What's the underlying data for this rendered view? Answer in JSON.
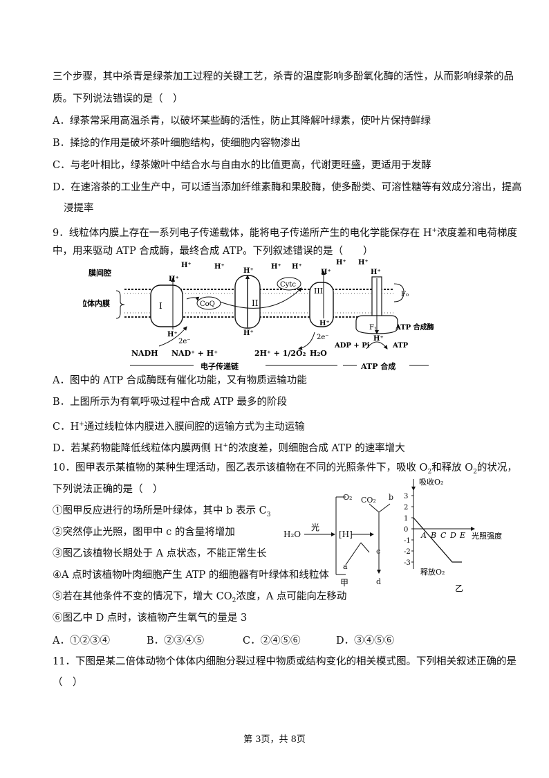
{
  "q8": {
    "intro1": "三个步骤，其中杀青是绿茶加工过程的关键工艺，杀青的温度影响多酚氧化酶的活性，从而影响绿茶的品",
    "intro2": "质。下列说法错误的是（　）",
    "A": "A．绿茶常采用高温杀青，以破坏某些酶的活性，防止其降解叶绿素，使叶片保持鲜绿",
    "B": "B．揉捻的作用是破坏茶叶细胞结构，使细胞内容物渗出",
    "C": "C．与老叶相比，绿茶嫩叶中结合水与自由水的比值更高，代谢更旺盛，更适用于发酵",
    "D1": "D．在速溶茶的工业生产中，可以适当添加纤维素酶和果胶酶，使多酚类、可溶性糖等有效成分溶出，提高",
    "D2": "浸提率"
  },
  "q9": {
    "stem1a": "9．线粒体内膜上存在一系列电子传递载体，能将电子传递所产生的电化学能保存在 H",
    "stem1b": "浓度差和电荷梯度",
    "stem2": "中，用来驱动 ATP 合成酶，最终合成 ATP。下列叙述错误的是（　　）",
    "A": "A．图中的 ATP 合成酶既有催化功能，又有物质运输功能",
    "B": "B．上图所示为有氧呼吸过程中合成 ATP 最多的阶段",
    "C_pre": "C．H",
    "C_post": "通过线粒体内膜进入膜间腔的运输方式为主动运输",
    "D_pre": "D．若某药物能降低线粒体内膜两侧 H",
    "D_post": "的浓度差，则细胞合成 ATP 的速率增大",
    "sup_plus": "+",
    "figure": {
      "space_label": "膜间腔",
      "membrane_label": "线粒体内膜",
      "hplus": "H⁺",
      "complex1": "I",
      "complex2": "II",
      "complex3": "III",
      "coq": "CoQ",
      "cytc": "Cytc",
      "e2": "2e⁻",
      "nadh": "NADH",
      "nad": "NAD⁺ + H⁺",
      "water_in": "2H⁺ + 1/2O₂",
      "water_out": "H₂O",
      "adp": "ADP + Pi",
      "atp": "ATP",
      "f1": "F₁",
      "f0": "F₀",
      "atp_synthase": "ATP 合成酶",
      "chain_label": "电子传递链",
      "atp_synthesis_label": "ATP 合成"
    }
  },
  "q10": {
    "stem1a": "10．图甲表示某植物的某种生理活动，图乙表示该植物在不同的光照条件下，吸收 O",
    "stem1b": "和释放 O",
    "stem1c": "的状况，",
    "sub2": "2",
    "stem2": "下列说法正确的是（　）",
    "s1": "①图甲反应进行的场所是叶绿体，其中 b 表示 C",
    "s1sub": "3",
    "s2": "②突然停止光照，图甲中 c 的含量将增加",
    "s3": "③图乙该植物长期处于 A 点状态，不能正常生长",
    "s4": "④A 点时该植物叶肉细胞产生 ATP 的细胞器有叶绿体和线粒体",
    "s5a": "⑤若在其他条件不变的情况下，增大 CO",
    "s5b": "浓度，A 点可能向左移动",
    "s6": "⑥图乙中 D 点时，该植物产生氧气的量是 3",
    "optA": "A．①②③④",
    "optB": "B．②③④⑤",
    "optC": "C．②④⑤⑥",
    "optD": "D．③④⑤⑥",
    "figA": {
      "h2o": "H₂O",
      "light": "光",
      "h": "[H]",
      "o2": "O₂",
      "co2": "CO₂",
      "a": "a",
      "b": "b",
      "c": "c",
      "d": "d",
      "name": "甲"
    },
    "figB": {
      "ylabel_top": "吸收O₂",
      "ylabel_bottom": "释放O₂",
      "xlabel": "光照强度",
      "yticks": [
        "3",
        "2",
        "1",
        "0",
        "-1",
        "-2",
        "-3"
      ],
      "points": [
        "A",
        "B",
        "C",
        "D",
        "E"
      ],
      "name": "乙",
      "curve": [
        [
          0,
          1
        ],
        [
          1,
          0
        ],
        [
          4,
          -3
        ],
        [
          5,
          -3
        ]
      ]
    }
  },
  "q11": {
    "stem": "11．下图是某二倍体动物个体体内细胞分裂过程中物质或结构变化的相关模式图。下列相关叙述正确的是",
    "paren": "（　）"
  },
  "footer": "第 3页，共 8页"
}
